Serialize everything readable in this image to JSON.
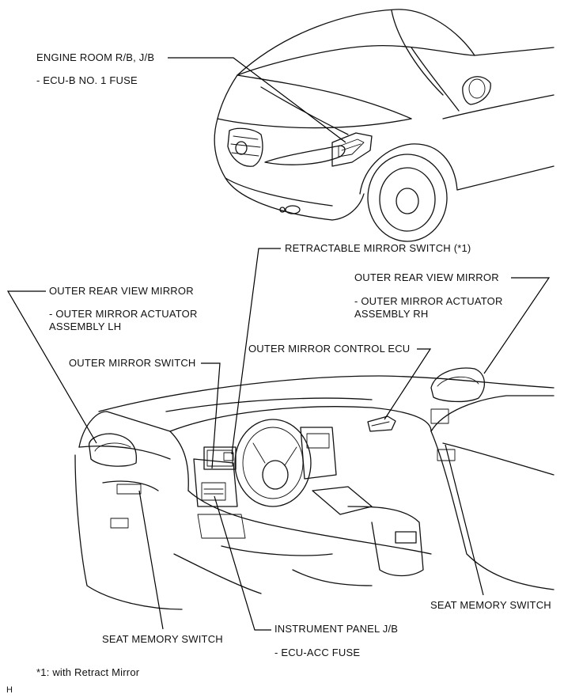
{
  "labels": {
    "engine_room": "ENGINE ROOM R/B, J/B",
    "engine_room_sub": "- ECU-B NO. 1 FUSE",
    "retractable": "RETRACTABLE MIRROR SWITCH (*1)",
    "orvm_lh": "OUTER REAR VIEW MIRROR",
    "orvm_lh_sub_1": "- OUTER MIRROR ACTUATOR",
    "orvm_lh_sub_2": "ASSEMBLY LH",
    "orvm_rh": "OUTER REAR VIEW MIRROR",
    "orvm_rh_sub_1": "- OUTER MIRROR ACTUATOR",
    "orvm_rh_sub_2": "ASSEMBLY RH",
    "outer_mirror_switch": "OUTER MIRROR SWITCH",
    "outer_mirror_ecu": "OUTER MIRROR CONTROL ECU",
    "seat_memory_rh": "SEAT MEMORY SWITCH",
    "seat_memory_lh": "SEAT MEMORY SWITCH",
    "instrument_jb": "INSTRUMENT PANEL J/B",
    "instrument_jb_sub": "- ECU-ACC FUSE",
    "footnote": "*1: with Retract Mirror",
    "corner_mark": "H"
  },
  "icons": {
    "car_exterior": "car-front-illustration",
    "car_interior": "car-interior-illustration"
  }
}
